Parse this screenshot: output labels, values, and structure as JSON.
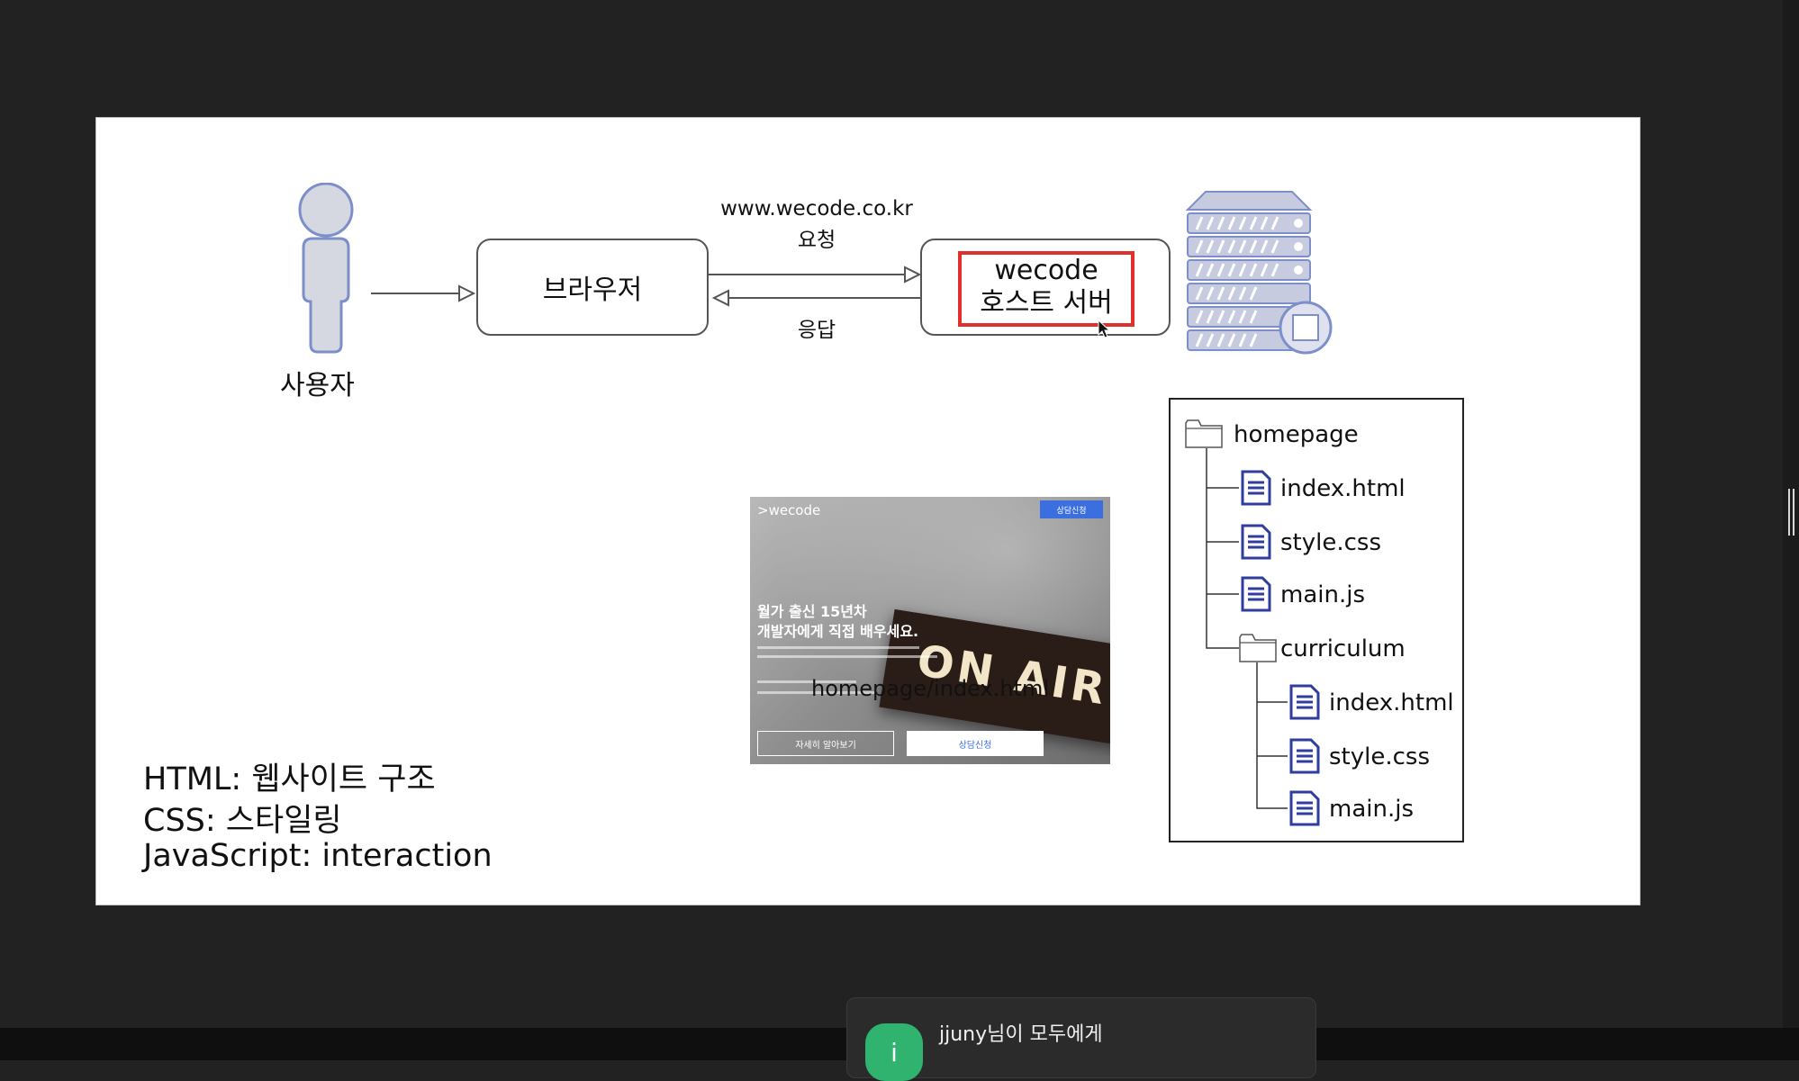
{
  "slide": {
    "user_label": "사용자",
    "browser_label": "브라우저",
    "request_url": "www.wecode.co.kr",
    "request_label": "요청",
    "response_label": "응답",
    "server_box_line1": "wecode",
    "server_box_line2": "호스트 서버",
    "preview_caption": "homepage/index.html",
    "preview": {
      "logo": ">wecode",
      "cta_button": "상담신청",
      "headline1": "월가 출신 15년차",
      "headline2": "개발자에게 직접 배우세요.",
      "sign_text": "ON AIR",
      "button_more": "자세히 알아보기",
      "button_consult": "상담신청"
    },
    "tech_lines": [
      "HTML: 웹사이트 구조",
      "CSS: 스타일링",
      "JavaScript: interaction"
    ],
    "file_tree": {
      "root": "homepage",
      "root_files": [
        "index.html",
        "style.css",
        "main.js"
      ],
      "subfolder": "curriculum",
      "sub_files": [
        "index.html",
        "style.css",
        "main.js"
      ]
    }
  },
  "chat": {
    "avatar_initial": "i",
    "sender_text": "jjuny님이 모두에게"
  },
  "colors": {
    "highlight_red": "#e0302c",
    "icon_blue": "#2f3e9e",
    "person_fill": "#d5d8e0",
    "person_stroke": "#7c8fc9",
    "avatar_green": "#2fb36e"
  }
}
